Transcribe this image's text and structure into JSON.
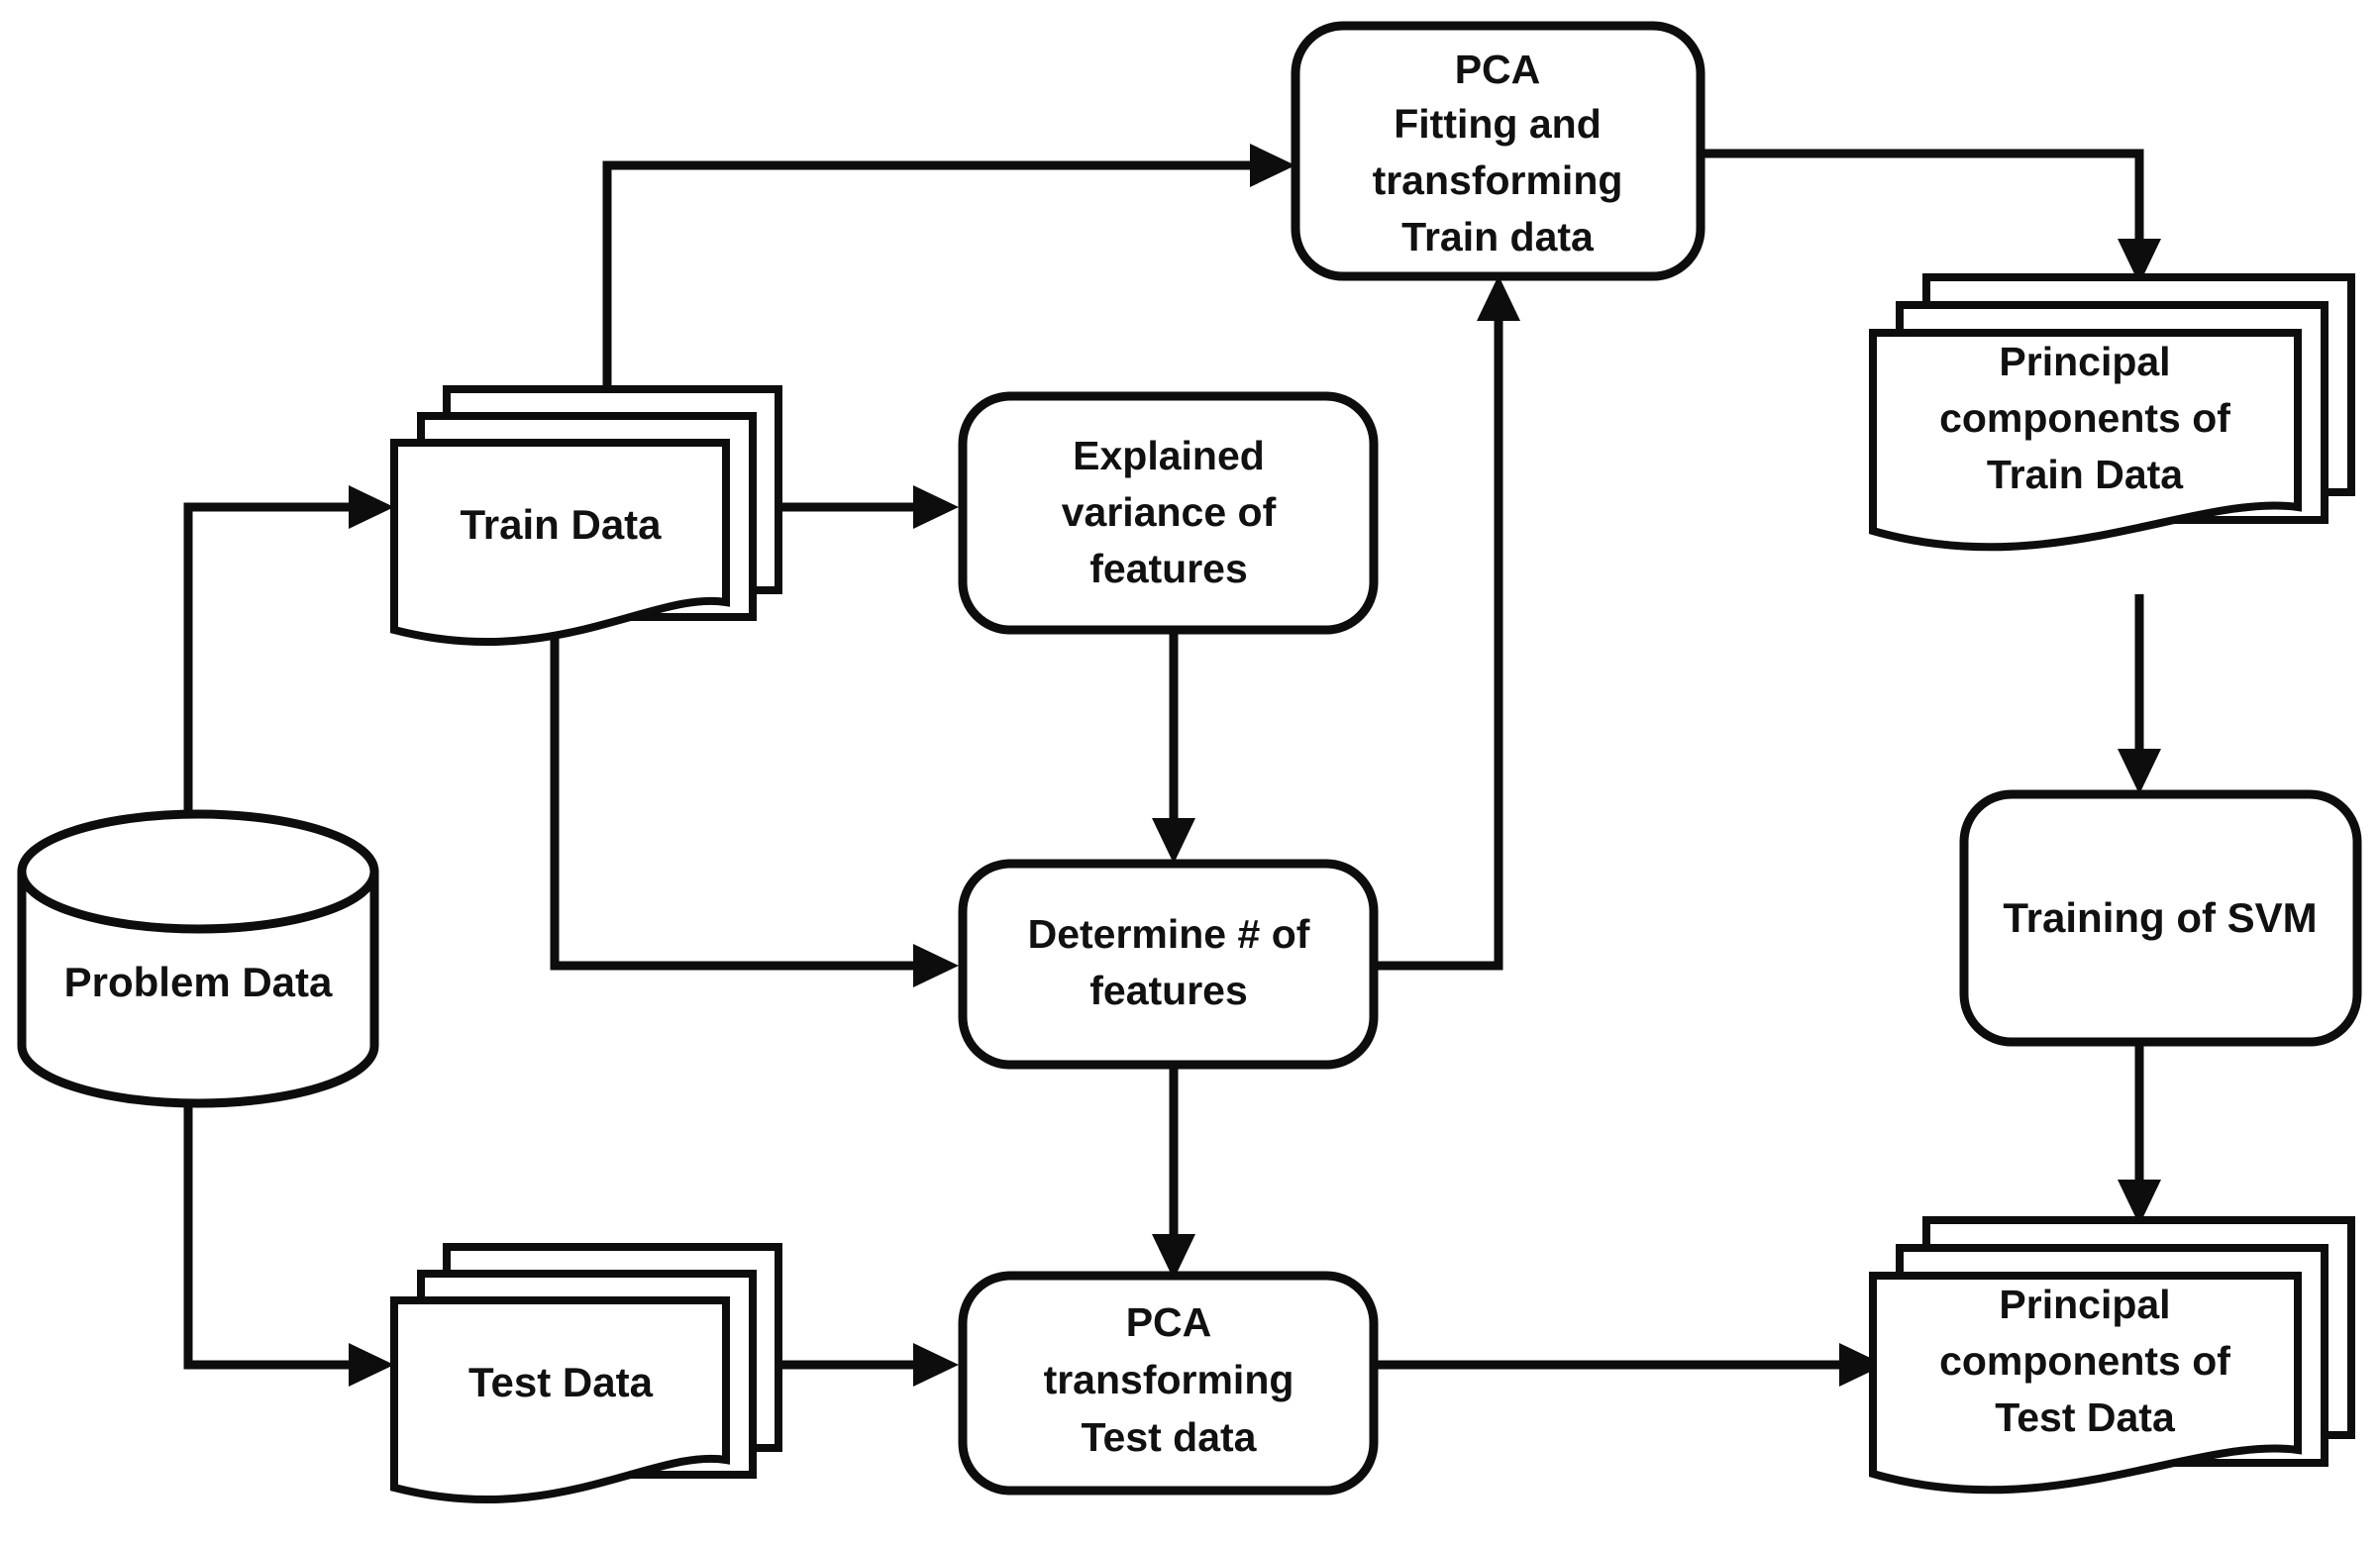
{
  "diagram": {
    "title": "PCA and SVM training pipeline flowchart",
    "type": "flowchart",
    "background_color": "#ffffff",
    "line_color": "#0d0d0d",
    "text_color": "#111111",
    "nodes": {
      "problem_data": {
        "label": "Problem Data",
        "shape": "cylinder-database"
      },
      "train_data": {
        "label": "Train Data",
        "shape": "multi-document"
      },
      "test_data": {
        "label": "Test Data",
        "shape": "multi-document"
      },
      "explained_variance": {
        "line1": "Explained",
        "line2": "variance of",
        "line3": "features",
        "shape": "rounded-rectangle"
      },
      "determine_features": {
        "line1": "Determine # of",
        "line2": "features",
        "shape": "rounded-rectangle"
      },
      "pca_fit_train": {
        "line1": "PCA",
        "line2": "Fitting and",
        "line3": "transforming",
        "line4": "Train data",
        "shape": "rounded-rectangle"
      },
      "pca_transform_test": {
        "line1": "PCA",
        "line2": "transforming",
        "line3": "Test data",
        "shape": "rounded-rectangle"
      },
      "pc_train": {
        "line1": "Principal",
        "line2": "components of",
        "line3": "Train Data",
        "shape": "multi-document"
      },
      "pc_test": {
        "line1": "Principal",
        "line2": "components of",
        "line3": "Test Data",
        "shape": "multi-document"
      },
      "training_svm": {
        "label": "Training of SVM",
        "shape": "rounded-rectangle"
      }
    },
    "edges": [
      {
        "from": "problem_data",
        "to": "train_data",
        "style": "orthogonal-arrow"
      },
      {
        "from": "problem_data",
        "to": "test_data",
        "style": "orthogonal-arrow"
      },
      {
        "from": "train_data",
        "to": "explained_variance",
        "style": "straight-arrow"
      },
      {
        "from": "train_data",
        "to": "pca_fit_train",
        "style": "orthogonal-arrow"
      },
      {
        "from": "train_data",
        "to": "determine_features",
        "style": "orthogonal-arrow"
      },
      {
        "from": "explained_variance",
        "to": "determine_features",
        "style": "straight-arrow"
      },
      {
        "from": "determine_features",
        "to": "pca_fit_train",
        "style": "orthogonal-arrow"
      },
      {
        "from": "determine_features",
        "to": "pca_transform_test",
        "style": "straight-arrow"
      },
      {
        "from": "pca_fit_train",
        "to": "pc_train",
        "style": "orthogonal-arrow"
      },
      {
        "from": "pc_train",
        "to": "training_svm",
        "style": "straight-arrow"
      },
      {
        "from": "training_svm",
        "to": "pc_test",
        "style": "straight-arrow"
      },
      {
        "from": "test_data",
        "to": "pca_transform_test",
        "style": "straight-arrow"
      },
      {
        "from": "pca_transform_test",
        "to": "pc_test",
        "style": "straight-arrow"
      }
    ]
  }
}
